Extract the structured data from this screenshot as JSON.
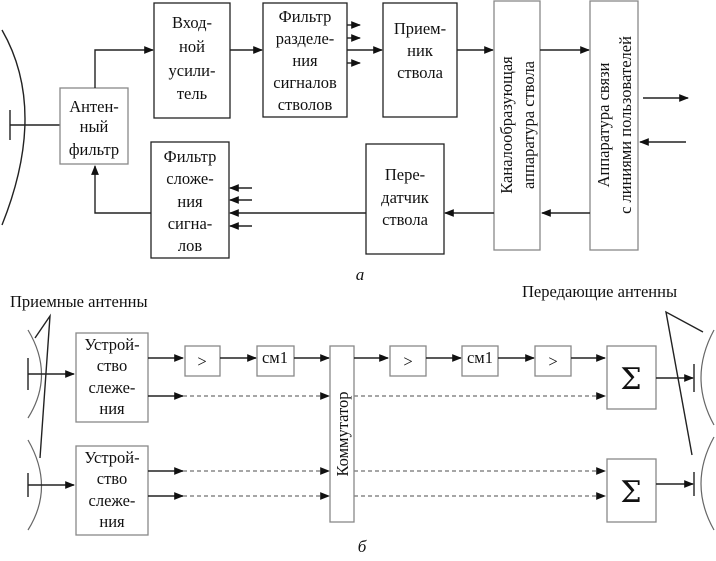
{
  "diagram_a": {
    "caption": "а",
    "blocks": {
      "antenna_filter": [
        "Антен-",
        "ный",
        "фильтр"
      ],
      "input_amplifier": [
        "Вход-",
        "ной",
        "усили-",
        "тель"
      ],
      "separation_filter": [
        "Фильтр",
        "разделе-",
        "ния",
        "сигналов",
        "стволов"
      ],
      "trunk_receiver": [
        "Прием-",
        "ник",
        "ствола"
      ],
      "channel_equipment": [
        "Каналообразующая",
        "аппаратура ствола"
      ],
      "user_link_equipment": [
        "Аппаратура связи",
        "с линиями пользователей"
      ],
      "trunk_transmitter": [
        "Пере-",
        "датчик",
        "ствола"
      ],
      "summation_filter": [
        "Фильтр",
        "сложе-",
        "ния",
        "сигна-",
        "лов"
      ]
    }
  },
  "diagram_b": {
    "caption": "б",
    "receive_antennas_label": "Приемные антенны",
    "transmit_antennas_label": "Передающие антенны",
    "tracking_device": [
      "Устрой-",
      "ство",
      "слеже-",
      "ния"
    ],
    "amplifier_symbol": ">",
    "mixer_label": "см1",
    "switch_label": "Коммутатор",
    "sum_symbol": "Σ"
  }
}
